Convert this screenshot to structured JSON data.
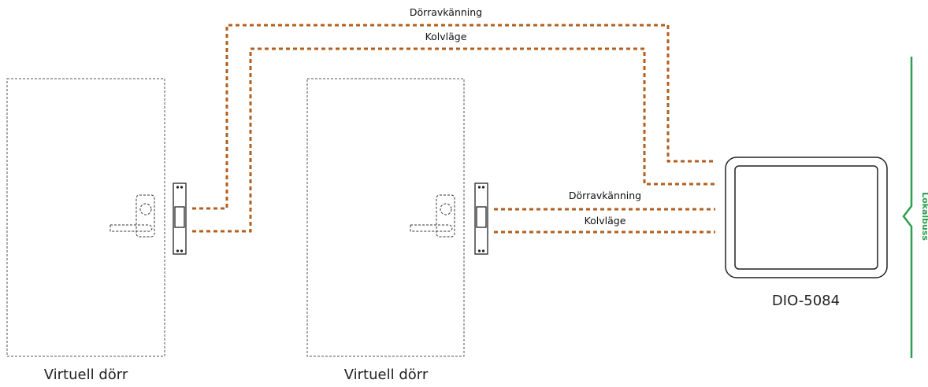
{
  "labels": {
    "door_sense_top": "Dörravkänning",
    "bolt_pos_top": "Kolvläge",
    "door_sense_mid": "Dörravkänning",
    "bolt_pos_mid": "Kolvläge",
    "door_left": "Virtuell dörr",
    "door_right": "Virtuell dörr",
    "device": "DIO-5084",
    "bus": "Lokalbuss"
  },
  "colors": {
    "wire": "#b25f1e",
    "bus": "#2f9e4f",
    "outline": "#222222"
  }
}
